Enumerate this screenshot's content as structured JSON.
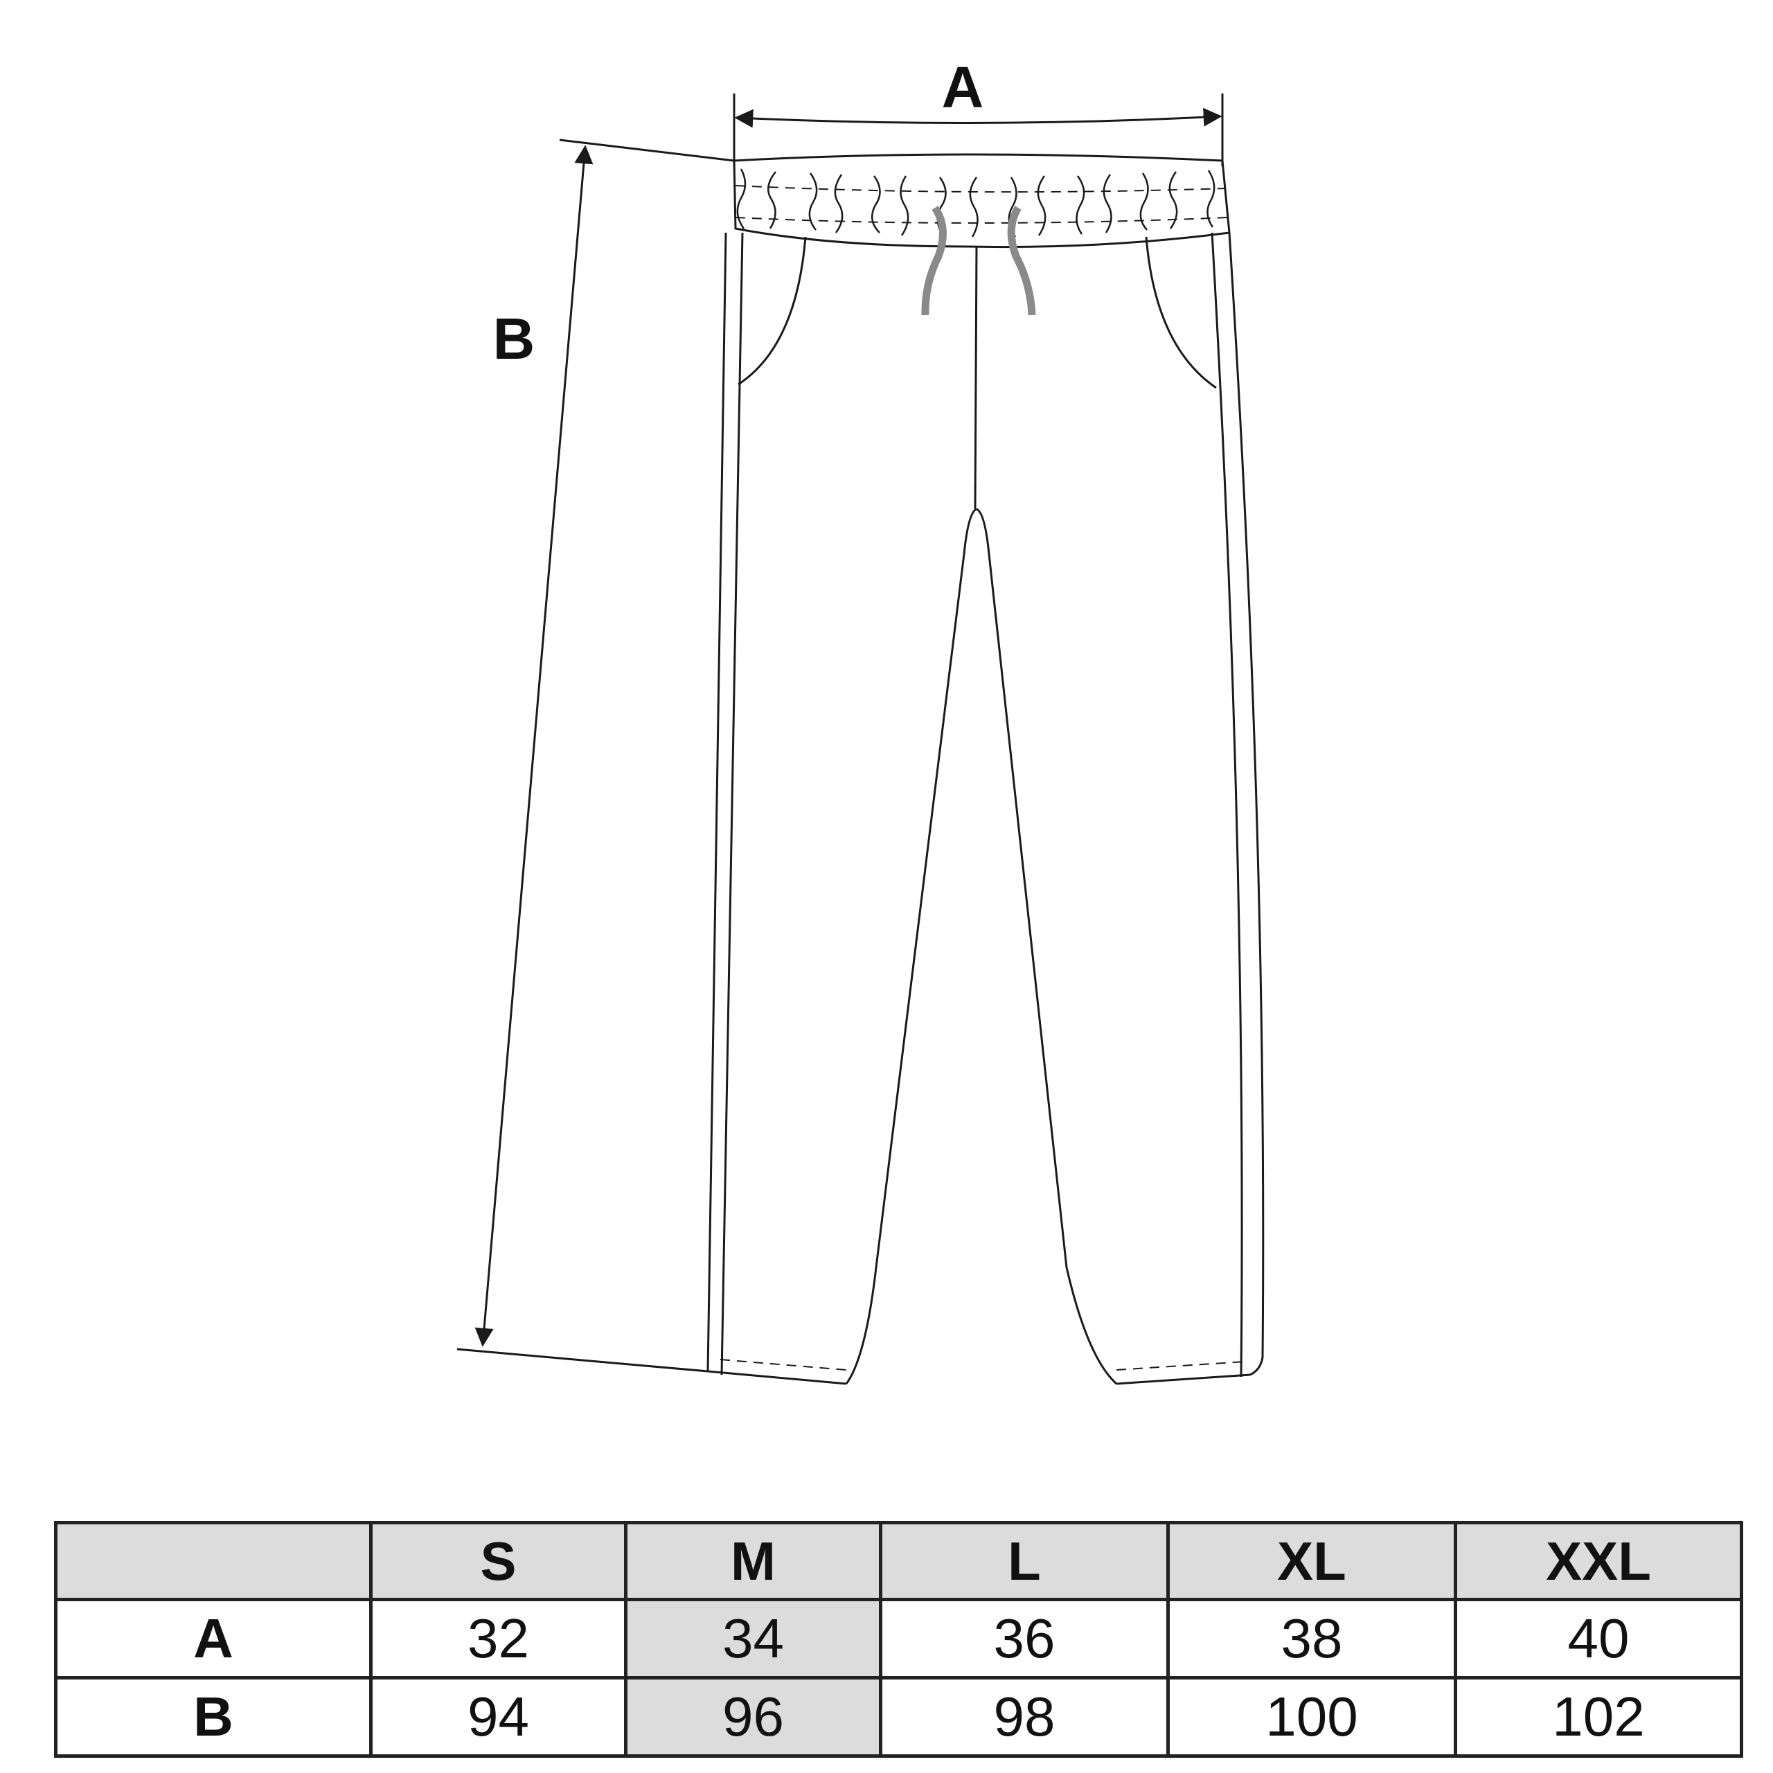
{
  "diagram": {
    "label_a": "A",
    "label_b": "B"
  },
  "table": {
    "corner": "",
    "sizes": [
      "S",
      "M",
      "L",
      "XL",
      "XXL"
    ],
    "rows": [
      {
        "label": "A",
        "values": [
          "32",
          "34",
          "36",
          "38",
          "40"
        ]
      },
      {
        "label": "B",
        "values": [
          "94",
          "96",
          "98",
          "100",
          "102"
        ]
      }
    ],
    "highlight_size": "M"
  },
  "colors": {
    "line": "#1a1a1a",
    "drawstring": "#8a8a8a",
    "highlight": "#dcdcdc"
  }
}
